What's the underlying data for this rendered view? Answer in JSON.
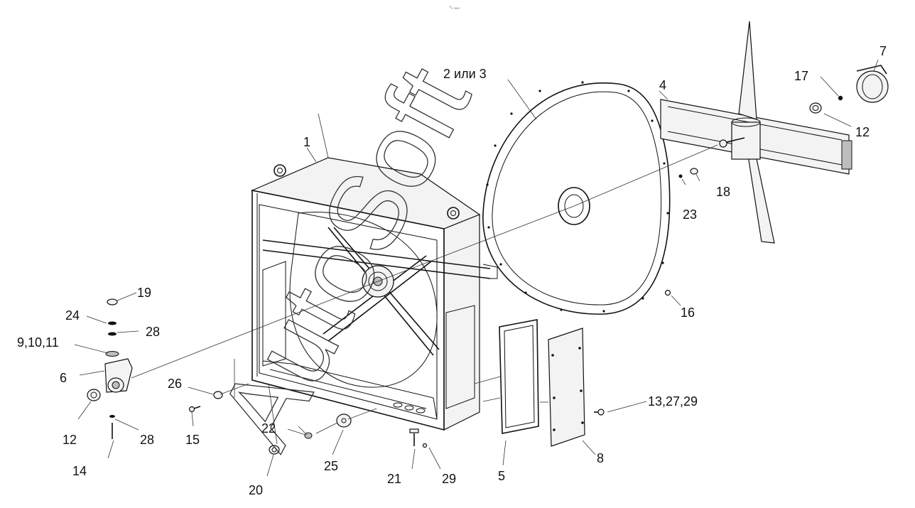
{
  "header": {
    "mark": "ᴾ₀ ₀₀₀"
  },
  "watermark": {
    "text": "AutoSoft"
  },
  "callouts": [
    {
      "id": "c1",
      "text": "1"
    },
    {
      "id": "c2",
      "text": "2 или 3"
    },
    {
      "id": "c4",
      "text": "4"
    },
    {
      "id": "c5",
      "text": "5"
    },
    {
      "id": "c6",
      "text": "6"
    },
    {
      "id": "c7",
      "text": "7"
    },
    {
      "id": "c8",
      "text": "8"
    },
    {
      "id": "c9",
      "text": "9,10,11"
    },
    {
      "id": "c12a",
      "text": "12"
    },
    {
      "id": "c12b",
      "text": "12"
    },
    {
      "id": "c13",
      "text": "13,27,29"
    },
    {
      "id": "c14",
      "text": "14"
    },
    {
      "id": "c15",
      "text": "15"
    },
    {
      "id": "c16",
      "text": "16"
    },
    {
      "id": "c17",
      "text": "17"
    },
    {
      "id": "c18",
      "text": "18"
    },
    {
      "id": "c19",
      "text": "19"
    },
    {
      "id": "c20",
      "text": "20"
    },
    {
      "id": "c21",
      "text": "21"
    },
    {
      "id": "c22",
      "text": "22"
    },
    {
      "id": "c23",
      "text": "23"
    },
    {
      "id": "c24",
      "text": "24"
    },
    {
      "id": "c25",
      "text": "25"
    },
    {
      "id": "c26",
      "text": "26"
    },
    {
      "id": "c28a",
      "text": "28"
    },
    {
      "id": "c28b",
      "text": "28"
    },
    {
      "id": "c29",
      "text": "29"
    }
  ]
}
